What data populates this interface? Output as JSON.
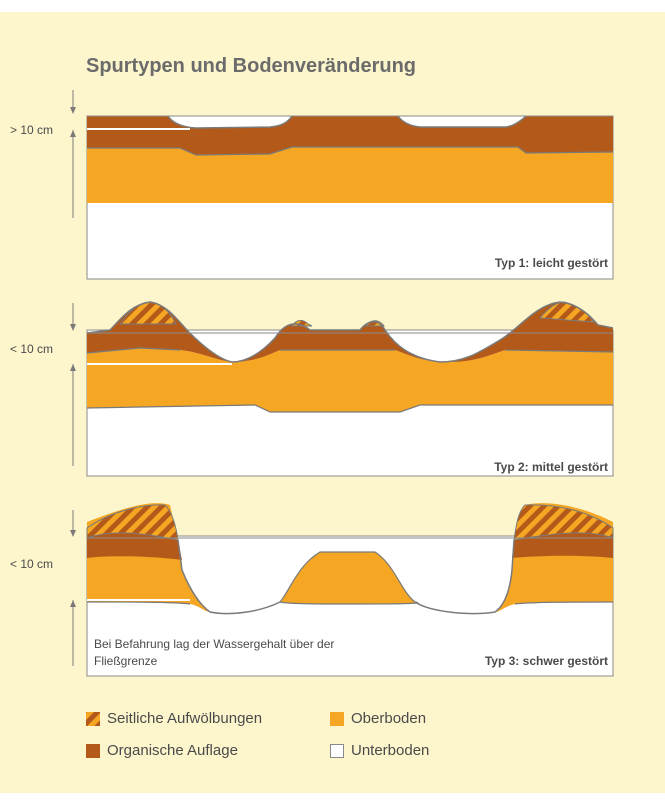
{
  "title": "Spurtypen und Bodenveränderung",
  "panels": [
    {
      "depth_label": "> 10 cm",
      "type_label": "Typ 1: leicht gestört"
    },
    {
      "depth_label": "< 10 cm",
      "type_label": "Typ 2: mittel gestört"
    },
    {
      "depth_label": "< 10 cm",
      "type_label": "Typ 3: schwer gestört",
      "note": "Bei Befahrung lag der Wassergehalt über der Fließgrenze"
    }
  ],
  "legend": [
    {
      "label": "Seitliche Aufwölbungen",
      "swatch": "hatched"
    },
    {
      "label": "Oberboden",
      "swatch": "orange"
    },
    {
      "label": "Organische Auflage",
      "swatch": "brown"
    },
    {
      "label": "Unterboden",
      "swatch": "white"
    }
  ],
  "colors": {
    "background": "#fdf6cd",
    "oberboden": "#f5a623",
    "organische_auflage": "#b35a1a",
    "unterboden": "#ffffff",
    "outline": "#7a7a7a"
  }
}
